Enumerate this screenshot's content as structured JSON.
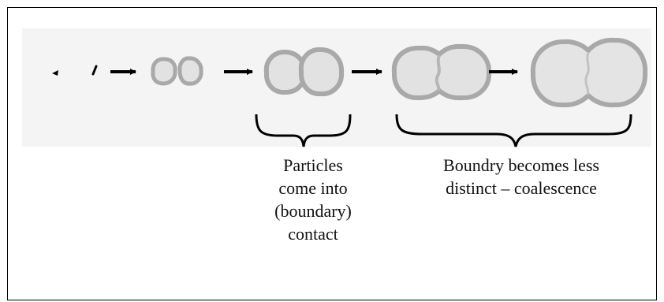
{
  "stages": [
    {
      "name": "stage-1-single-particle"
    },
    {
      "name": "stage-2-particle-pair-small"
    },
    {
      "name": "stage-3-particles-separate"
    },
    {
      "name": "stage-4-particles-touching"
    },
    {
      "name": "stage-5-particles-merging"
    },
    {
      "name": "stage-6-particles-coalesced"
    }
  ],
  "labels": {
    "contact": {
      "lines": [
        "Particles",
        "come into",
        "(boundary)",
        "contact"
      ]
    },
    "coalescence": {
      "lines": [
        "Boundry becomes less",
        "distinct – coalescence"
      ]
    }
  },
  "colors": {
    "particle_fill": "#e2e2e2",
    "particle_rim": "#a9a9a9",
    "arrow": "#000000",
    "background_strip": "#f4f4f4"
  }
}
